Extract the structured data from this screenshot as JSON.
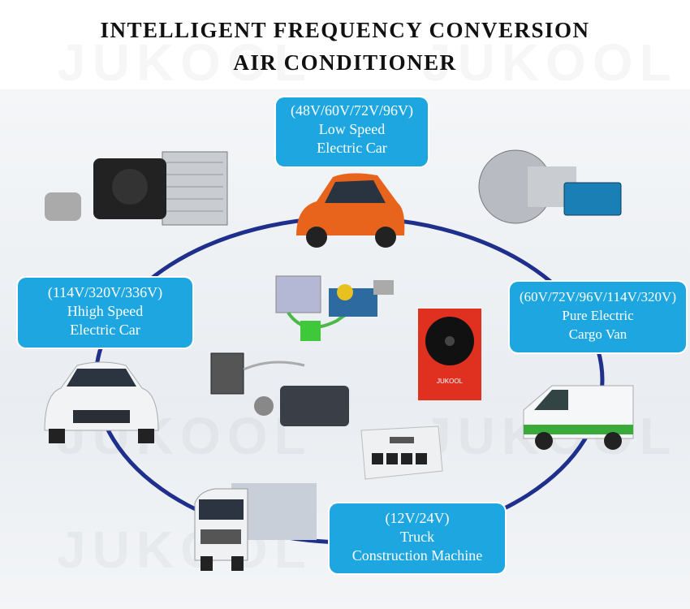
{
  "title": {
    "line1": "INTELLIGENT FREQUENCY CONVERSION",
    "line2": "AIR CONDITIONER"
  },
  "watermark": "JUKOOL",
  "colors": {
    "label_bg": "#1ea6e0",
    "ring": "#1f2f8c"
  },
  "labels": {
    "low_speed": {
      "voltage": "(48V/60V/72V/96V)",
      "line1": "Low Speed",
      "line2": "Electric Car"
    },
    "high_speed": {
      "voltage": "(114V/320V/336V)",
      "line1": "Hhigh Speed",
      "line2": "Electric Car"
    },
    "cargo_van": {
      "voltage": "(60V/72V/96V/114V/320V)",
      "line1": "Pure Electric",
      "line2": "Cargo Van"
    },
    "truck": {
      "voltage": "(12V/24V)",
      "line1": "Truck",
      "line2": "Construction Machine"
    }
  },
  "products": {
    "red_unit_brand": "JUKOOL"
  }
}
